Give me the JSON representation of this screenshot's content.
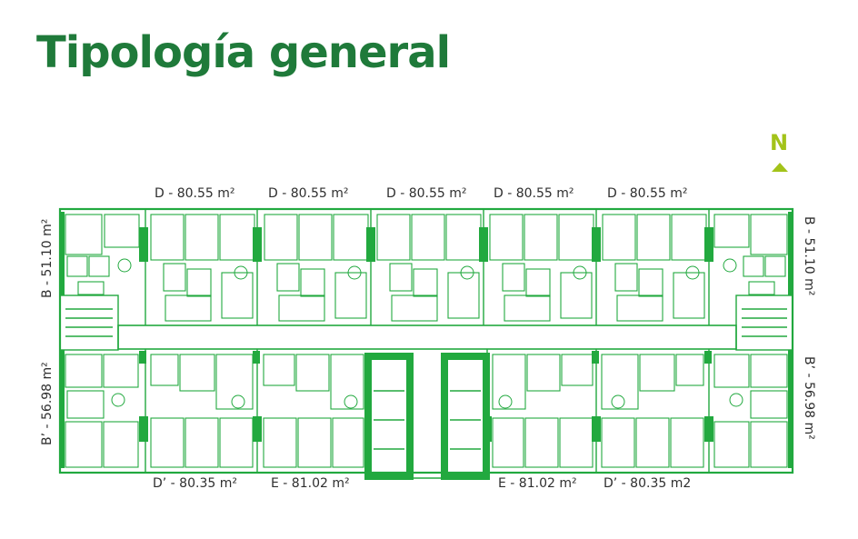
{
  "title": "Tipología general",
  "north": "N",
  "colors": {
    "title": "#1f7a3a",
    "plan": "#22a93f",
    "north": "#a3c31a"
  },
  "top_labels": [
    "D - 80.55 m²",
    "D - 80.55 m²",
    "D - 80.55 m²",
    "D - 80.55 m²",
    "D - 80.55 m²"
  ],
  "bottom_labels": [
    "D’ - 80.35 m²",
    "E - 81.02 m²",
    "E - 81.02 m²",
    "D’ - 80.35 m2"
  ],
  "side_labels": {
    "left_top": "B - 51.10 m²",
    "left_bottom": "B’ - 56.98 m²",
    "right_top": "B - 51.10 m²",
    "right_bottom": "B’ - 56.98 m²"
  }
}
